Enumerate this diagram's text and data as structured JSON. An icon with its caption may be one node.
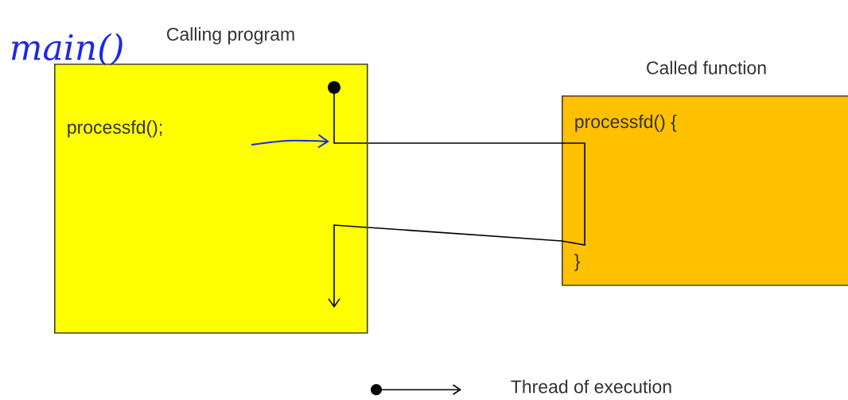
{
  "diagram": {
    "nodes": [
      {
        "text": [
          "Calling program",
          "processfd();"
        ]
      },
      {
        "text": [
          "Called function",
          "processfd() {",
          "}"
        ]
      }
    ],
    "edges": [
      {
        "from": 0,
        "to": 1,
        "arrow": "none"
      },
      {
        "from": 1,
        "to": 0,
        "arrow": "none"
      }
    ],
    "labels": [
      "main()"
    ],
    "legend": [
      {
        "text": "Thread of execution"
      }
    ]
  }
}
